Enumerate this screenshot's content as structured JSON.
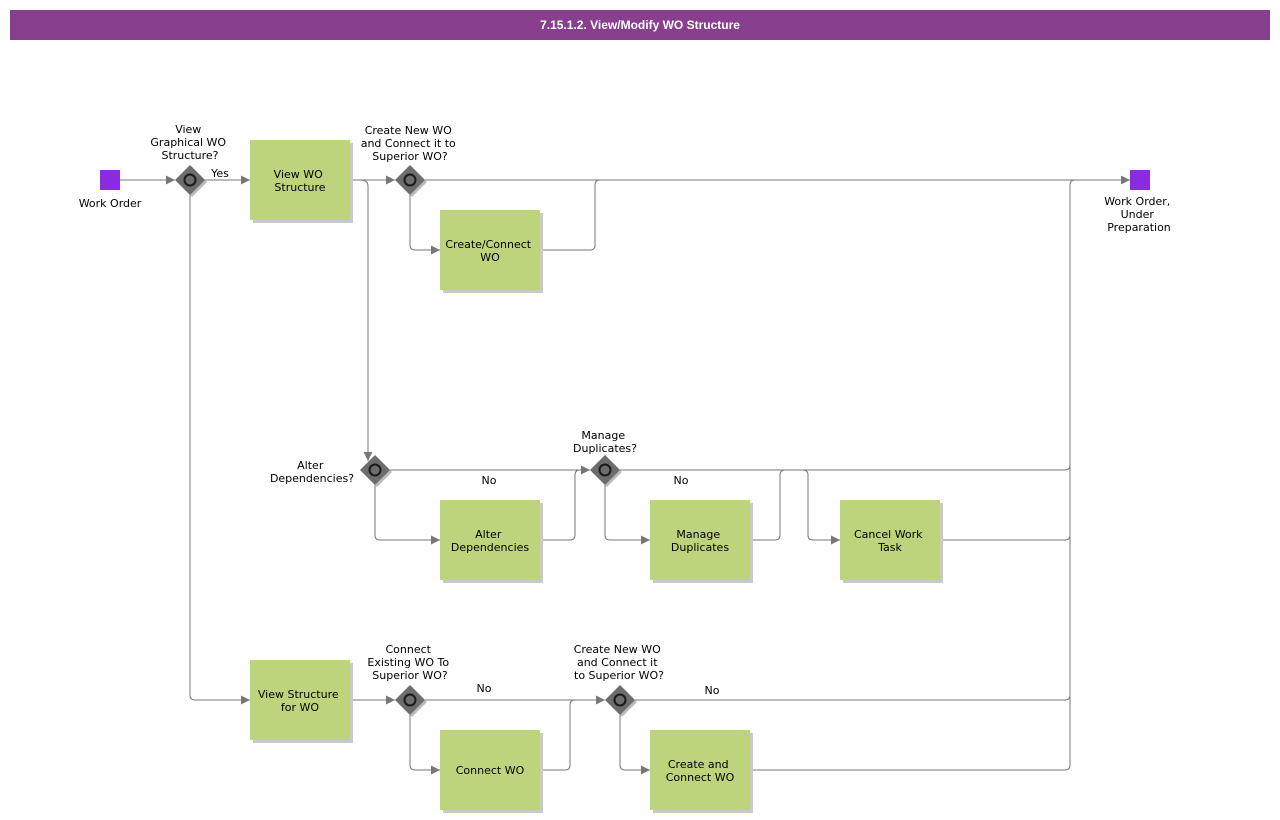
{
  "title": "7.15.1.2. View/Modify WO Structure",
  "colors": {
    "title_bar": "#883f8e",
    "task": "#bdd37c",
    "event": "#8a2be2",
    "gateway": "#6d6d6d",
    "flow": "#777777"
  },
  "events": {
    "start": "Work Order",
    "end": "Work Order, Under Preparation"
  },
  "tasks": {
    "view_wo_structure": "View WO Structure",
    "create_connect_wo": "Create/Connect WO",
    "alter_dependencies": "Alter Dependencies",
    "manage_duplicates": "Manage Duplicates",
    "cancel_work_task": "Cancel Work Task",
    "view_structure_for_wo": "View Structure for WO",
    "connect_wo": "Connect WO",
    "create_and_connect_wo": "Create and Connect WO"
  },
  "gateways": {
    "g_view_graphical": "View Graphical WO Structure?",
    "g_create_new_top": "Create New WO and Connect it to Superior WO?",
    "g_alter_dependencies": "Alter Dependencies?",
    "g_manage_duplicates": "Manage Duplicates?",
    "g_connect_existing": "Connect Existing WO To Superior WO?",
    "g_create_new_bottom": "Create New WO and Connect it to Superior WO?"
  },
  "flow_labels": {
    "yes": "Yes",
    "no": "No"
  }
}
